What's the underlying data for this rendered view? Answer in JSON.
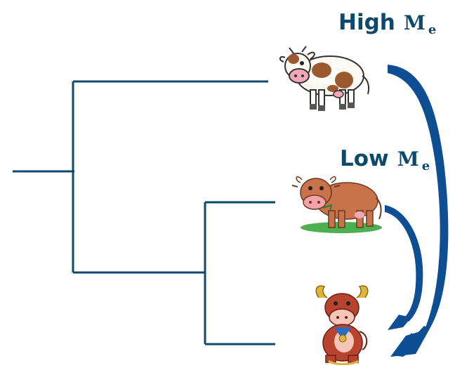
{
  "labels": {
    "high": {
      "word": "High",
      "symbol": "M",
      "subscript": "e"
    },
    "low": {
      "word": "Low",
      "symbol": "M",
      "subscript": "e"
    }
  },
  "colors": {
    "tree": "#0b4a6e",
    "arrow": "#0e4f94",
    "label": "#0b4a6e"
  },
  "tree": {
    "leaves": [
      "spotted-cow",
      "brown-cow",
      "bull"
    ]
  },
  "icons": [
    "spotted-cow-icon",
    "brown-cow-icon",
    "bull-icon"
  ]
}
